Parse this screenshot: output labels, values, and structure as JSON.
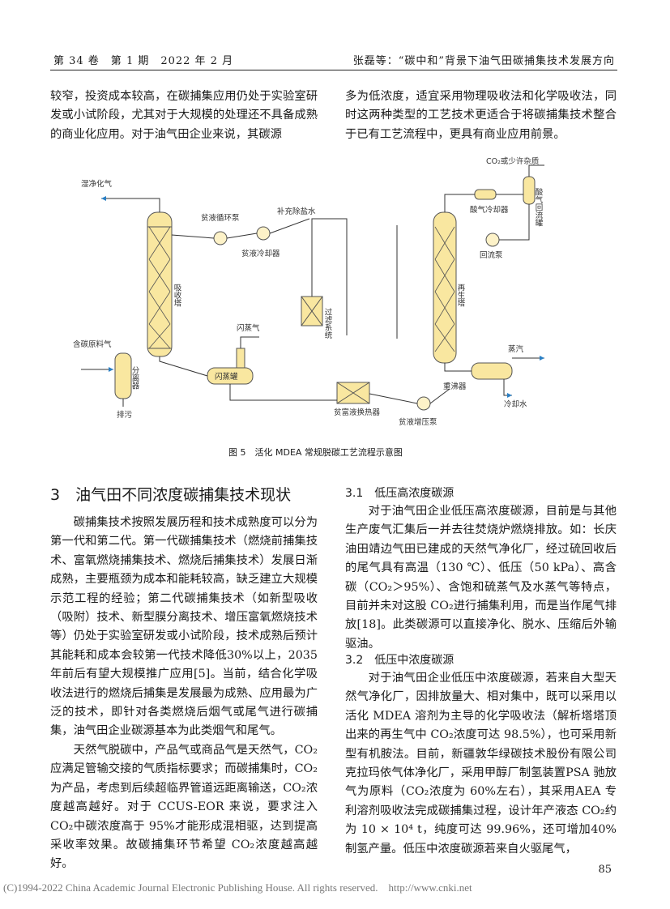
{
  "header": {
    "left": "第 34 卷　第 1 期　2022 年 2 月",
    "right": "张磊等：“碳中和”背景下油气田碳捕集技术发展方向"
  },
  "intro": {
    "left": "较窄，投资成本较高，在碳捕集应用仍处于实验室研发或小试阶段，尤其对于大规模的处理还不具备成熟的商业化应用。对于油气田企业来说，其碳源",
    "right": "多为低浓度，适宜采用物理吸收法和化学吸收法，同时这两种类型的工艺技术更适合于将碳捕集技术整合于已有工艺流程中，更具有商业应用前景。"
  },
  "figure": {
    "caption": "图 5　活化 MDEA 常规脱碳工艺流程示意图",
    "labels": {
      "purified_gas": "湿净化气",
      "absorber": "吸收塔",
      "lean_pump": "贫液循环泵",
      "supplement": "补充除盐水",
      "lean_cooler": "贫液冷却器",
      "raw_gas": "含碳原料气",
      "separator": "分离器",
      "sewage": "排污",
      "flash_gas": "闪蒸气",
      "flash_tank": "闪蒸罐",
      "filter": "过滤系统",
      "heat_exchanger": "贫富液换热器",
      "lean_booster": "贫液增压泵",
      "co2_out": "CO₂或少许杂质",
      "acid_cooler": "酸气冷却器",
      "reflux_tank": "酸气回流罐",
      "reflux_pump": "回流泵",
      "regenerator": "再生塔",
      "steam": "蒸汽",
      "reboiler": "重沸器",
      "cooling_water": "冷却水"
    }
  },
  "section3": {
    "title": "3　油气田不同浓度碳捕集技术现状",
    "p1": "碳捕集技术按照发展历程和技术成熟度可以分为第一代和第二代。第一代碳捕集技术（燃烧前捕集技术、富氧燃烧捕集技术、燃烧后捕集技术）发展日渐成熟，主要瓶颈为成本和能耗较高，缺乏建立大规模示范工程的经验；第二代碳捕集技术（如新型吸收（吸附）技术、新型膜分离技术、增压富氧燃烧技术等）仍处于实验室研发或小试阶段，技术成熟后预计其能耗和成本会较第一代技术降低30%以上，2035 年前后有望大规模推广应用[5]。当前，结合化学吸收法进行的燃烧后捕集是发展最为成熟、应用最为广泛的技术，即针对各类燃烧后烟气或尾气进行碳捕集，油气田企业碳源基本为此类烟气和尾气。",
    "p2": "天然气脱碳中，产品气或商品气是天然气，CO₂应满足管输交接的气质指标要求；而碳捕集时，CO₂为产品，考虑到后续超临界管道远距离输送，CO₂浓度越高越好。对于 CCUS-EOR 来说，要求注入CO₂中碳浓度高于 95%才能形成混相驱，达到提高采收率效果。故碳捕集环节希望 CO₂浓度越高越好。"
  },
  "section31": {
    "title": "3.1　低压高浓度碳源",
    "p": "对于油气田企业低压高浓度碳源，目前是与其他生产废气汇集后一并去往焚烧炉燃烧排放。如：长庆油田靖边气田已建成的天然气净化厂，经过硫回收后的尾气具有高温（130 ℃）、低压（50 kPa）、高含碳（CO₂＞95%）、含饱和硫蒸气及水蒸气等特点，目前并未对这股 CO₂进行捕集利用，而是当作尾气排放[18]。此类碳源可以直接净化、脱水、压缩后外输驱油。"
  },
  "section32": {
    "title": "3.2　低压中浓度碳源",
    "p": "对于油气田企业低压中浓度碳源，若来自大型天然气净化厂，因排放量大、相对集中，既可以采用以活化 MDEA 溶剂为主导的化学吸收法（解析塔塔顶出来的再生气中 CO₂浓度可达 98.5%），也可采用新型有机胺法。目前，新疆敦华绿碳技术股份有限公司克拉玛依气体净化厂，采用甲醇厂制氢装置PSA 驰放气为原料（CO₂浓度为 60%左右），其采用AEA 专利溶剂吸收法完成碳捕集过程，设计年产液态 CO₂约为 10 × 10⁴ t，纯度可达 99.96%，还可增加40%制氢产量。低压中浓度碳源若来自火驱尾气，"
  },
  "page_number": "85",
  "footer": "(C)1994-2022 China Academic Journal Electronic Publishing House. All rights reserved.    http://www.cnki.net"
}
